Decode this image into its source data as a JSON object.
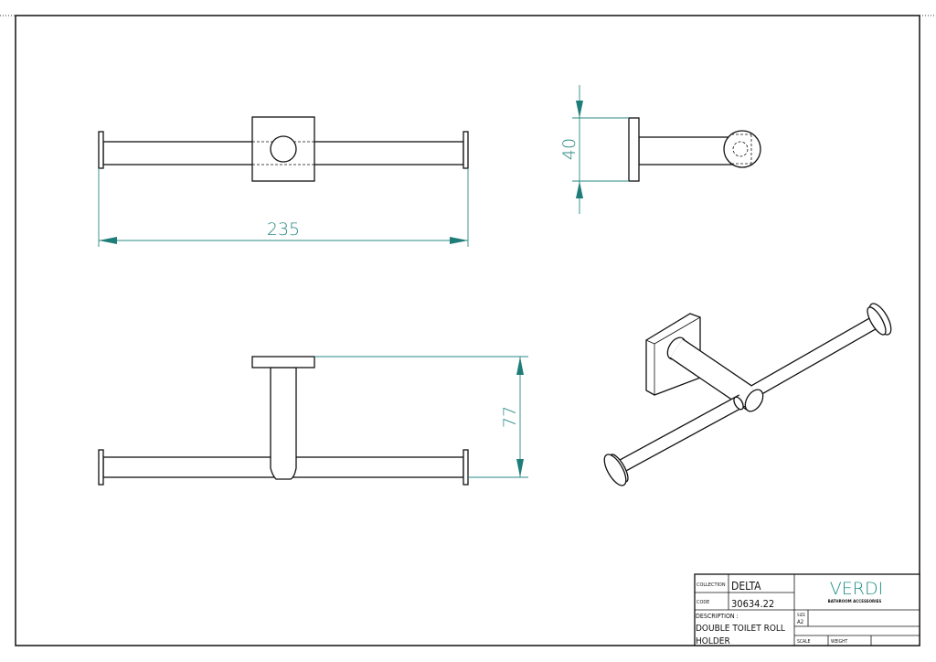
{
  "drawing": {
    "dimensions": {
      "length": "235",
      "plate_height": "40",
      "depth": "77"
    },
    "colors": {
      "dimension": "#2a8a86",
      "lines": "#111111",
      "brand": "#1f8f88"
    }
  },
  "title_block": {
    "collection_label": "COLLECTION",
    "collection_value": "DELTA",
    "code_label": "CODE",
    "code_value": "30634.22",
    "description_label": "DESCRIPTION :",
    "description_line1": "DOUBLE TOILET ROLL",
    "description_line2": "HOLDER",
    "brand": "VERDI",
    "brand_sub": "BATHROOM ACCESSORIES",
    "size_label": "SIZE",
    "size_value": "A2",
    "scale_label": "SCALE",
    "weight_label": "WEIGHT"
  }
}
